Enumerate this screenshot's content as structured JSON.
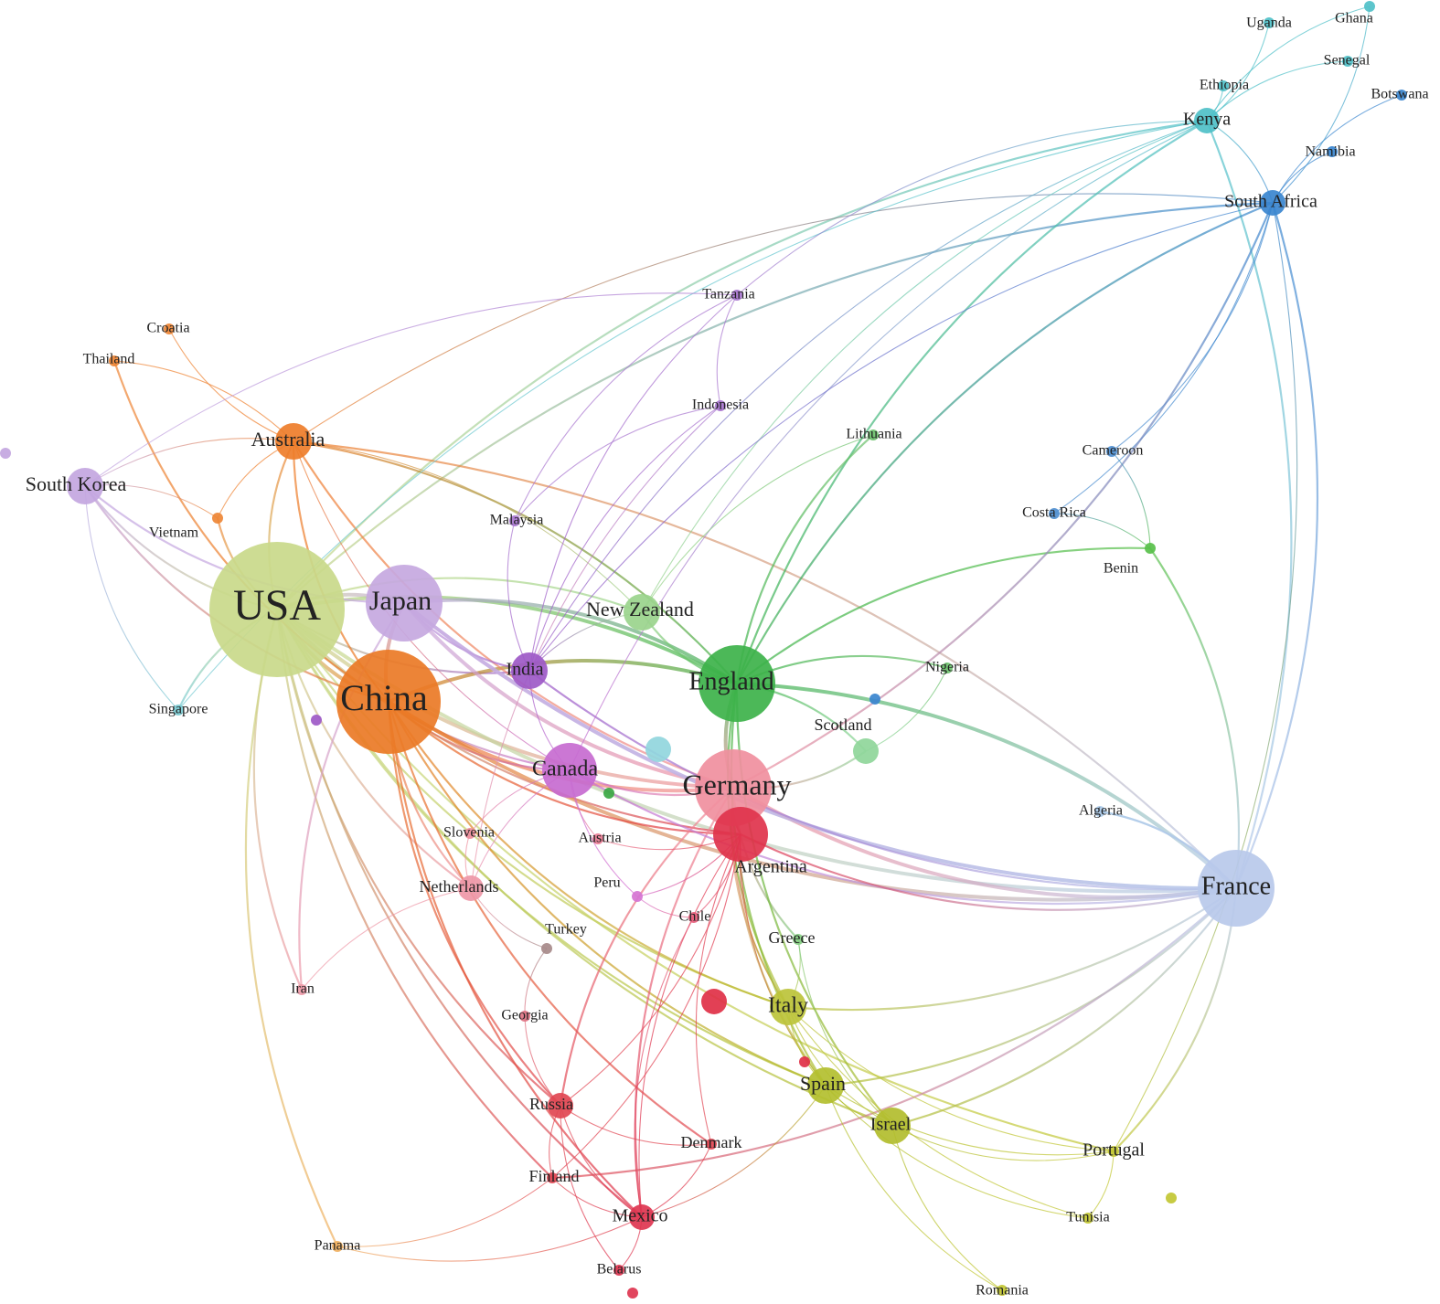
{
  "nodes": [
    {
      "id": "usa",
      "label": "USA",
      "color": "#c9d98a",
      "size": "xl"
    },
    {
      "id": "china",
      "label": "China",
      "color": "#ea7a26",
      "size": "l"
    },
    {
      "id": "japan",
      "label": "Japan",
      "color": "#c6a8e0",
      "size": "m"
    },
    {
      "id": "germany",
      "label": "Germany",
      "color": "#f08f9e",
      "size": "m"
    },
    {
      "id": "france",
      "label": "France",
      "color": "#b8c9ea",
      "size": "m"
    },
    {
      "id": "england",
      "label": "England",
      "color": "#3db24a",
      "size": "m"
    },
    {
      "id": "canada",
      "label": "Canada",
      "color": "#c76bd0",
      "size": "ms"
    },
    {
      "id": "argentina",
      "label": "Argentina",
      "color": "#e0334c",
      "size": "ms"
    },
    {
      "id": "italy",
      "label": "Italy",
      "color": "#bcc33a",
      "size": "s"
    },
    {
      "id": "spain",
      "label": "Spain",
      "color": "#b3bf2f",
      "size": "s"
    },
    {
      "id": "israel",
      "label": "Israel",
      "color": "#b2bd2e",
      "size": "s"
    },
    {
      "id": "australia",
      "label": "Australia",
      "color": "#ee7d2a",
      "size": "s"
    },
    {
      "id": "south_korea",
      "label": "South Korea",
      "color": "#c3a6e0",
      "size": "s"
    },
    {
      "id": "india",
      "label": "India",
      "color": "#9d59c7",
      "size": "s"
    },
    {
      "id": "new_zealand",
      "label": "New Zealand",
      "color": "#9ad48c",
      "size": "s"
    },
    {
      "id": "kenya",
      "label": "Kenya",
      "color": "#4fc0c8",
      "size": "xs"
    },
    {
      "id": "south_africa",
      "label": "South Africa",
      "color": "#3a86cf",
      "size": "xs"
    },
    {
      "id": "russia",
      "label": "Russia",
      "color": "#e14753",
      "size": "xs"
    },
    {
      "id": "mexico",
      "label": "Mexico",
      "color": "#de3550",
      "size": "xs"
    },
    {
      "id": "finland",
      "label": "Finland",
      "color": "#e14753",
      "size": "xxs"
    },
    {
      "id": "denmark",
      "label": "Denmark",
      "color": "#e14753",
      "size": "xxs"
    },
    {
      "id": "portugal",
      "label": "Portugal",
      "color": "#c2c733",
      "size": "xxs"
    },
    {
      "id": "netherlands",
      "label": "Netherlands",
      "color": "#ee97a7",
      "size": "xs"
    },
    {
      "id": "scotland",
      "label": "Scotland",
      "color": "#8fd69a",
      "size": "xs"
    },
    {
      "id": "greece",
      "label": "Greece",
      "color": "#83cc80",
      "size": "xxs"
    },
    {
      "id": "chile",
      "label": "Chile",
      "color": "#e65d7b",
      "size": "xxs"
    },
    {
      "id": "austria",
      "label": "Austria",
      "color": "#ec7d95",
      "size": "xxs"
    },
    {
      "id": "slovenia",
      "label": "Slovenia",
      "color": "#ee8d9b",
      "size": "xxs"
    },
    {
      "id": "peru",
      "label": "Peru",
      "color": "#d674d2",
      "size": "xxs"
    },
    {
      "id": "turkey",
      "label": "Turkey",
      "color": "#a78a8a",
      "size": "xxs"
    },
    {
      "id": "georgia",
      "label": "Georgia",
      "color": "#e07484",
      "size": "xxs"
    },
    {
      "id": "iran",
      "label": "Iran",
      "color": "#ee9aa8",
      "size": "xxs"
    },
    {
      "id": "singapore",
      "label": "Singapore",
      "color": "#79cbd3",
      "size": "xxs"
    },
    {
      "id": "vietnam",
      "label": "Vietnam",
      "color": "#ee8535",
      "size": "xxs"
    },
    {
      "id": "thailand",
      "label": "Thailand",
      "color": "#ee8535",
      "size": "xxs"
    },
    {
      "id": "croatia",
      "label": "Croatia",
      "color": "#ee8535",
      "size": "xxs"
    },
    {
      "id": "malaysia",
      "label": "Malaysia",
      "color": "#a875cf",
      "size": "xxs"
    },
    {
      "id": "indonesia",
      "label": "Indonesia",
      "color": "#a875cf",
      "size": "xxs"
    },
    {
      "id": "tanzania",
      "label": "Tanzania",
      "color": "#a875cf",
      "size": "xxs"
    },
    {
      "id": "lithuania",
      "label": "Lithuania",
      "color": "#6dc16d",
      "size": "xxs"
    },
    {
      "id": "nigeria",
      "label": "Nigeria",
      "color": "#6dc16d",
      "size": "xxs"
    },
    {
      "id": "cameroon",
      "label": "Cameroon",
      "color": "#4f8fd0",
      "size": "xxs"
    },
    {
      "id": "costa_rica",
      "label": "Costa Rica",
      "color": "#4f8fd0",
      "size": "xxs"
    },
    {
      "id": "benin",
      "label": "Benin",
      "color": "#58c04a",
      "size": "xxs"
    },
    {
      "id": "algeria",
      "label": "Algeria",
      "color": "#a9c9e8",
      "size": "xxs"
    },
    {
      "id": "tunisia",
      "label": "Tunisia",
      "color": "#c2c733",
      "size": "xxs"
    },
    {
      "id": "romania",
      "label": "Romania",
      "color": "#c2c733",
      "size": "xxs"
    },
    {
      "id": "panama",
      "label": "Panama",
      "color": "#f0b060",
      "size": "xxs"
    },
    {
      "id": "belarus",
      "label": "Belarus",
      "color": "#de3550",
      "size": "xxs"
    },
    {
      "id": "uganda",
      "label": "Uganda",
      "color": "#4fc0c8",
      "size": "xxs"
    },
    {
      "id": "ghana",
      "label": "Ghana",
      "color": "#4fc0c8",
      "size": "xxs"
    },
    {
      "id": "senegal",
      "label": "Senegal",
      "color": "#4fc0c8",
      "size": "xxs"
    },
    {
      "id": "ethiopia",
      "label": "Ethiopia",
      "color": "#4fc0c8",
      "size": "xxs"
    },
    {
      "id": "botswana",
      "label": "Botswana",
      "color": "#3a86cf",
      "size": "xxs"
    },
    {
      "id": "namibia",
      "label": "Namibia",
      "color": "#3a86cf",
      "size": "xxs"
    },
    {
      "id": "unlabeled_1",
      "label": "",
      "color": "#91d6dd",
      "size": "xs"
    },
    {
      "id": "unlabeled_2",
      "label": "",
      "color": "#3aa843",
      "size": "xxs"
    },
    {
      "id": "unlabeled_3",
      "label": "",
      "color": "#3a86cf",
      "size": "xxs"
    },
    {
      "id": "unlabeled_4",
      "label": "",
      "color": "#e03046",
      "size": "xs"
    },
    {
      "id": "unlabeled_5",
      "label": "",
      "color": "#e03046",
      "size": "xxs"
    },
    {
      "id": "unlabeled_6",
      "label": "",
      "color": "#c2c733",
      "size": "xxs"
    },
    {
      "id": "unlabeled_7",
      "label": "",
      "color": "#c3a6e0",
      "size": "xxs"
    },
    {
      "id": "unlabeled_8",
      "label": "",
      "color": "#de3550",
      "size": "xxs"
    },
    {
      "id": "unlabeled_9",
      "label": "",
      "color": "#9d59c7",
      "size": "xxs"
    }
  ],
  "edges": [
    [
      "usa",
      "china"
    ],
    [
      "usa",
      "japan"
    ],
    [
      "usa",
      "germany"
    ],
    [
      "usa",
      "france"
    ],
    [
      "usa",
      "england"
    ],
    [
      "usa",
      "canada"
    ],
    [
      "usa",
      "australia"
    ],
    [
      "usa",
      "italy"
    ],
    [
      "usa",
      "spain"
    ],
    [
      "usa",
      "israel"
    ],
    [
      "usa",
      "south_korea"
    ],
    [
      "usa",
      "india"
    ],
    [
      "usa",
      "new_zealand"
    ],
    [
      "usa",
      "kenya"
    ],
    [
      "usa",
      "south_africa"
    ],
    [
      "usa",
      "russia"
    ],
    [
      "usa",
      "mexico"
    ],
    [
      "usa",
      "netherlands"
    ],
    [
      "usa",
      "argentina"
    ],
    [
      "usa",
      "portugal"
    ],
    [
      "usa",
      "singapore"
    ],
    [
      "usa",
      "vietnam"
    ],
    [
      "usa",
      "iran"
    ],
    [
      "usa",
      "panama"
    ],
    [
      "usa",
      "finland"
    ],
    [
      "china",
      "australia"
    ],
    [
      "china",
      "germany"
    ],
    [
      "china",
      "france"
    ],
    [
      "china",
      "england"
    ],
    [
      "china",
      "canada"
    ],
    [
      "china",
      "japan"
    ],
    [
      "china",
      "russia"
    ],
    [
      "china",
      "mexico"
    ],
    [
      "china",
      "netherlands"
    ],
    [
      "china",
      "spain"
    ],
    [
      "china",
      "italy"
    ],
    [
      "china",
      "argentina"
    ],
    [
      "china",
      "south_korea"
    ],
    [
      "china",
      "thailand"
    ],
    [
      "china",
      "denmark"
    ],
    [
      "australia",
      "thailand"
    ],
    [
      "australia",
      "croatia"
    ],
    [
      "australia",
      "vietnam"
    ],
    [
      "australia",
      "south_korea"
    ],
    [
      "australia",
      "germany"
    ],
    [
      "australia",
      "england"
    ],
    [
      "australia",
      "south_africa"
    ],
    [
      "australia",
      "france"
    ],
    [
      "australia",
      "new_zealand"
    ],
    [
      "australia",
      "canada"
    ],
    [
      "japan",
      "germany"
    ],
    [
      "japan",
      "france"
    ],
    [
      "japan",
      "england"
    ],
    [
      "japan",
      "india"
    ],
    [
      "japan",
      "south_korea"
    ],
    [
      "germany",
      "france"
    ],
    [
      "germany",
      "england"
    ],
    [
      "germany",
      "argentina"
    ],
    [
      "germany",
      "italy"
    ],
    [
      "germany",
      "spain"
    ],
    [
      "germany",
      "canada"
    ],
    [
      "germany",
      "scotland"
    ],
    [
      "germany",
      "russia"
    ],
    [
      "germany",
      "mexico"
    ],
    [
      "germany",
      "greece"
    ],
    [
      "france",
      "kenya"
    ],
    [
      "france",
      "south_africa"
    ],
    [
      "france",
      "italy"
    ],
    [
      "france",
      "spain"
    ],
    [
      "france",
      "israel"
    ],
    [
      "france",
      "portugal"
    ],
    [
      "france",
      "england"
    ],
    [
      "france",
      "canada"
    ],
    [
      "france",
      "algeria"
    ],
    [
      "france",
      "benin"
    ],
    [
      "france",
      "argentina"
    ],
    [
      "france",
      "japan"
    ],
    [
      "france",
      "india"
    ],
    [
      "france",
      "finland"
    ],
    [
      "england",
      "scotland"
    ],
    [
      "england",
      "nigeria"
    ],
    [
      "england",
      "kenya"
    ],
    [
      "england",
      "south_africa"
    ],
    [
      "england",
      "new_zealand"
    ],
    [
      "england",
      "lithuania"
    ],
    [
      "england",
      "benin"
    ],
    [
      "england",
      "italy"
    ],
    [
      "england",
      "spain"
    ],
    [
      "england",
      "israel"
    ],
    [
      "kenya",
      "uganda"
    ],
    [
      "kenya",
      "ghana"
    ],
    [
      "kenya",
      "senegal"
    ],
    [
      "kenya",
      "ethiopia"
    ],
    [
      "kenya",
      "south_africa"
    ],
    [
      "kenya",
      "new_zealand"
    ],
    [
      "kenya",
      "canada"
    ],
    [
      "kenya",
      "india"
    ],
    [
      "south_africa",
      "botswana"
    ],
    [
      "south_africa",
      "namibia"
    ],
    [
      "south_africa",
      "ghana"
    ],
    [
      "south_africa",
      "cameroon"
    ],
    [
      "south_africa",
      "costa_rica"
    ],
    [
      "south_africa",
      "germany"
    ],
    [
      "south_africa",
      "portugal"
    ],
    [
      "south_africa",
      "india"
    ],
    [
      "argentina",
      "chile"
    ],
    [
      "argentina",
      "mexico"
    ],
    [
      "argentina",
      "spain"
    ],
    [
      "argentina",
      "italy"
    ],
    [
      "argentina",
      "russia"
    ],
    [
      "argentina",
      "denmark"
    ],
    [
      "argentina",
      "finland"
    ],
    [
      "argentina",
      "peru"
    ],
    [
      "argentina",
      "austria"
    ],
    [
      "russia",
      "finland"
    ],
    [
      "russia",
      "mexico"
    ],
    [
      "russia",
      "belarus"
    ],
    [
      "russia",
      "denmark"
    ],
    [
      "russia",
      "georgia"
    ],
    [
      "mexico",
      "denmark"
    ],
    [
      "mexico",
      "finland"
    ],
    [
      "mexico",
      "belarus"
    ],
    [
      "mexico",
      "chile"
    ],
    [
      "mexico",
      "spain"
    ],
    [
      "italy",
      "spain"
    ],
    [
      "italy",
      "israel"
    ],
    [
      "italy",
      "portugal"
    ],
    [
      "italy",
      "greece"
    ],
    [
      "italy",
      "tunisia"
    ],
    [
      "spain",
      "israel"
    ],
    [
      "spain",
      "portugal"
    ],
    [
      "spain",
      "romania"
    ],
    [
      "spain",
      "tunisia"
    ],
    [
      "israel",
      "portugal"
    ],
    [
      "canada",
      "india"
    ],
    [
      "canada",
      "austria"
    ],
    [
      "canada",
      "slovenia"
    ],
    [
      "canada",
      "netherlands"
    ],
    [
      "canada",
      "peru"
    ],
    [
      "india",
      "malaysia"
    ],
    [
      "india",
      "indonesia"
    ],
    [
      "india",
      "tanzania"
    ],
    [
      "india",
      "new_zealand"
    ],
    [
      "south_korea",
      "vietnam"
    ],
    [
      "south_korea",
      "singapore"
    ],
    [
      "singapore",
      "kenya"
    ],
    [
      "tanzania",
      "malaysia"
    ],
    [
      "tanzania",
      "indonesia"
    ],
    [
      "tanzania",
      "south_korea"
    ],
    [
      "tanzania",
      "kenya"
    ],
    [
      "indonesia",
      "malaysia"
    ],
    [
      "indonesia",
      "netherlands"
    ],
    [
      "lithuania",
      "new_zealand"
    ],
    [
      "netherlands",
      "turkey"
    ],
    [
      "netherlands",
      "iran"
    ],
    [
      "netherlands",
      "slovenia"
    ],
    [
      "turkey",
      "georgia"
    ],
    [
      "panama",
      "finland"
    ],
    [
      "panama",
      "mexico"
    ],
    [
      "iran",
      "japan"
    ],
    [
      "benin",
      "cameroon"
    ],
    [
      "benin",
      "costa_rica"
    ],
    [
      "nigeria",
      "scotland"
    ],
    [
      "algeria",
      "france"
    ],
    [
      "greece",
      "israel"
    ],
    [
      "chile",
      "peru"
    ],
    [
      "portugal",
      "tunisia"
    ],
    [
      "romania",
      "israel"
    ]
  ]
}
